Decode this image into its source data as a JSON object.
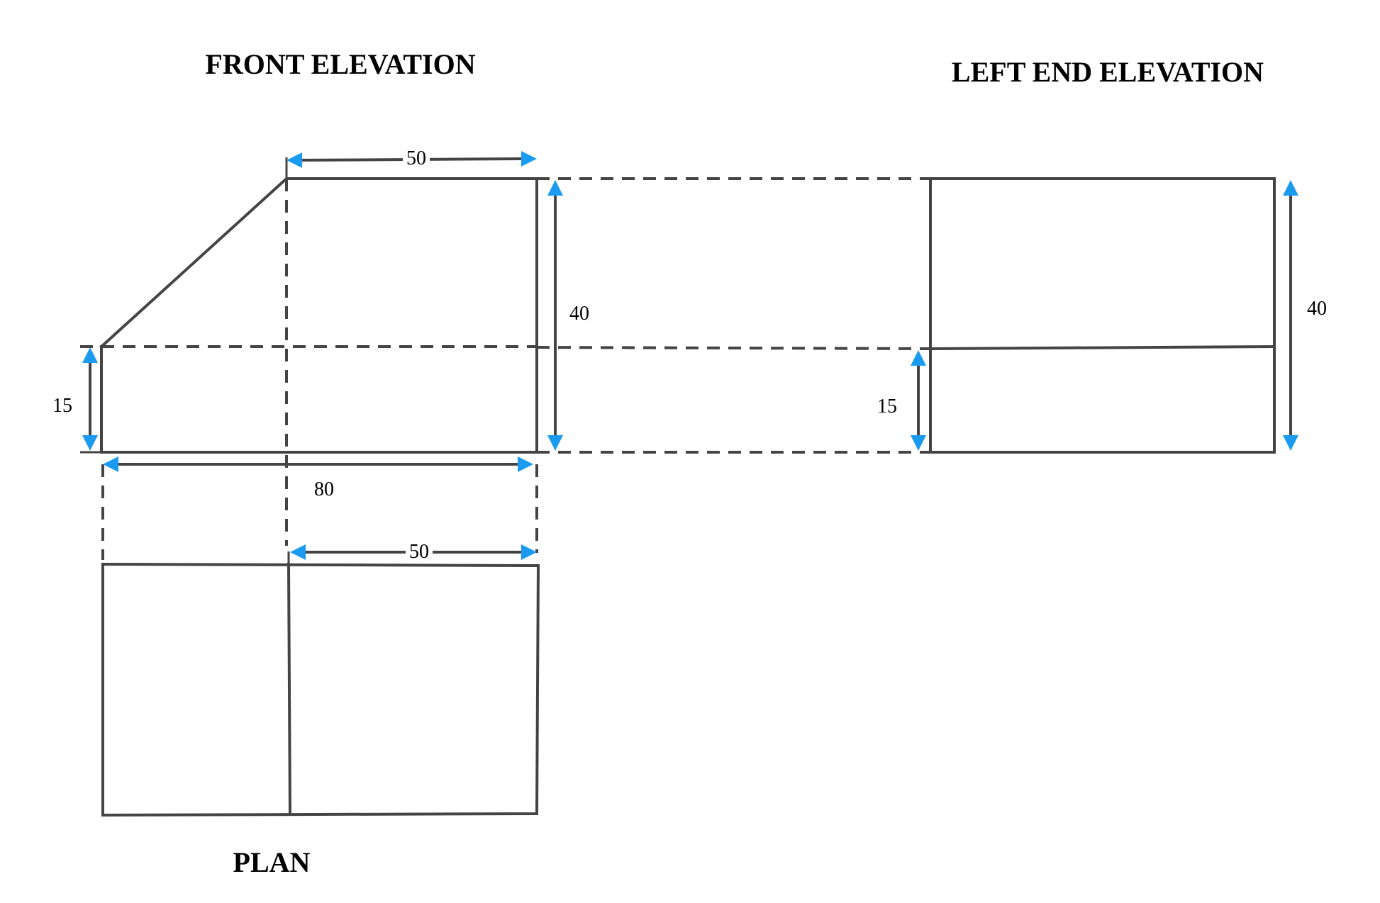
{
  "views": {
    "front": {
      "title": "FRONT ELEVATION"
    },
    "end": {
      "title": "LEFT END ELEVATION"
    },
    "plan": {
      "title": "PLAN"
    }
  },
  "dimensions": {
    "front_top_width": "50",
    "front_height": "40",
    "front_step_height": "15",
    "overall_length": "80",
    "plan_width": "50",
    "end_height": "40",
    "end_step_height": "15"
  },
  "colors": {
    "line": "#444444",
    "arrow": "#1a9bf0"
  }
}
